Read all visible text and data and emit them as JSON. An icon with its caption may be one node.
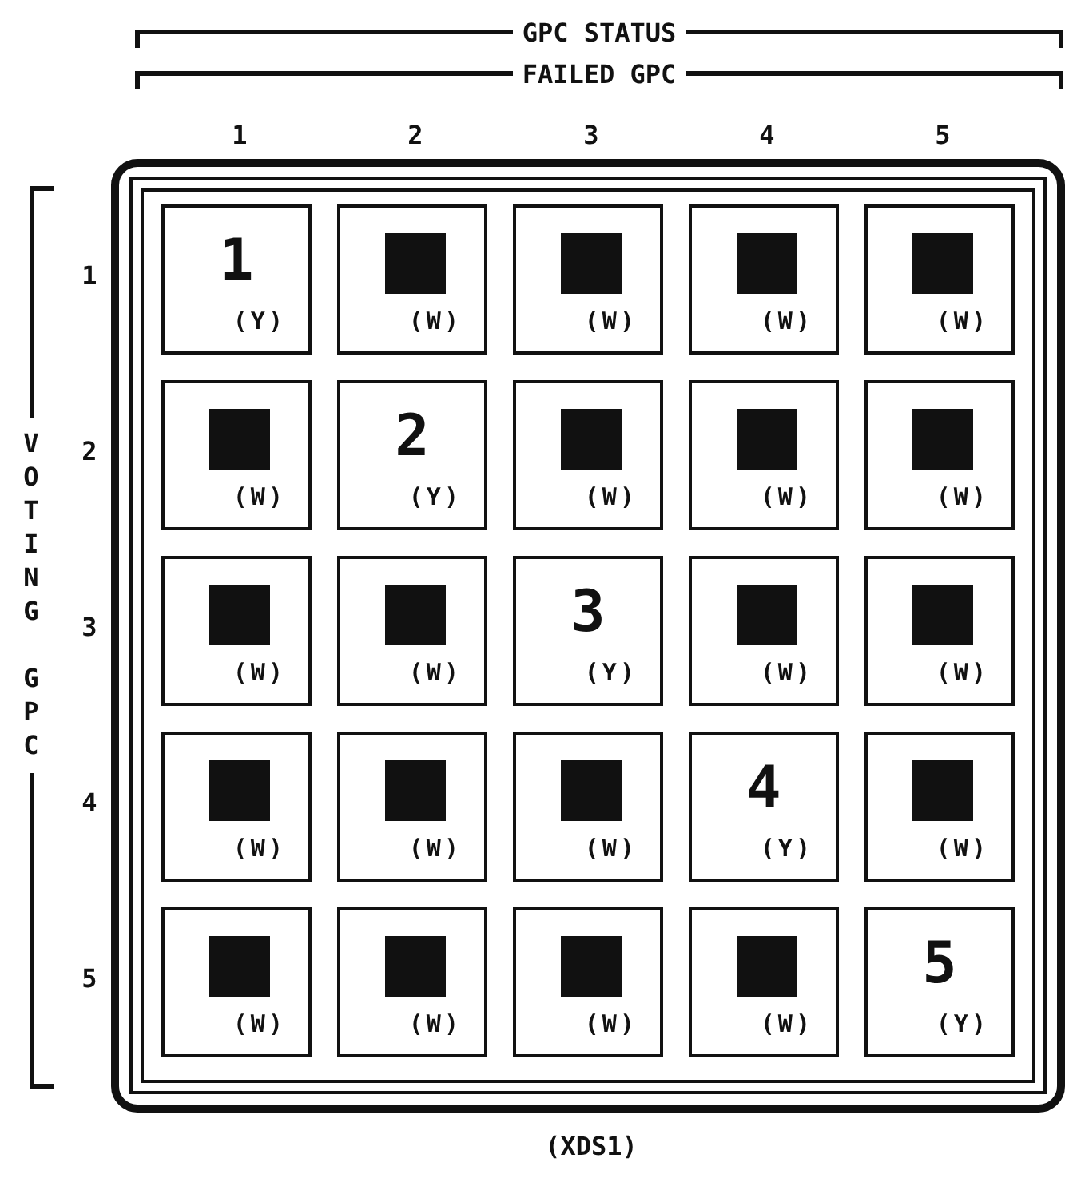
{
  "diagram": {
    "caption": "(XDS1)",
    "nodes": [
      {
        "text": [
          "1",
          "(Y)"
        ]
      },
      {
        "text": [
          "(W)"
        ]
      },
      {
        "text": [
          "(W)"
        ]
      },
      {
        "text": [
          "(W)"
        ]
      },
      {
        "text": [
          "(W)"
        ]
      },
      {
        "text": [
          "(W)"
        ]
      },
      {
        "text": [
          "2",
          "(Y)"
        ]
      },
      {
        "text": [
          "(W)"
        ]
      },
      {
        "text": [
          "(W)"
        ]
      },
      {
        "text": [
          "(W)"
        ]
      },
      {
        "text": [
          "(W)"
        ]
      },
      {
        "text": [
          "(W)"
        ]
      },
      {
        "text": [
          "3",
          "(Y)"
        ]
      },
      {
        "text": [
          "(W)"
        ]
      },
      {
        "text": [
          "(W)"
        ]
      },
      {
        "text": [
          "(W)"
        ]
      },
      {
        "text": [
          "(W)"
        ]
      },
      {
        "text": [
          "(W)"
        ]
      },
      {
        "text": [
          "4",
          "(Y)"
        ]
      },
      {
        "text": [
          "(W)"
        ]
      },
      {
        "text": [
          "(W)"
        ]
      },
      {
        "text": [
          "(W)"
        ]
      },
      {
        "text": [
          "(W)"
        ]
      },
      {
        "text": [
          "(W)"
        ]
      },
      {
        "text": [
          "5",
          "(Y)"
        ]
      }
    ],
    "labels": [
      "GPC STATUS",
      "FAILED GPC",
      "1",
      "2",
      "3",
      "4",
      "5",
      "VOTING GPC",
      "1",
      "2",
      "3",
      "4",
      "5"
    ]
  }
}
